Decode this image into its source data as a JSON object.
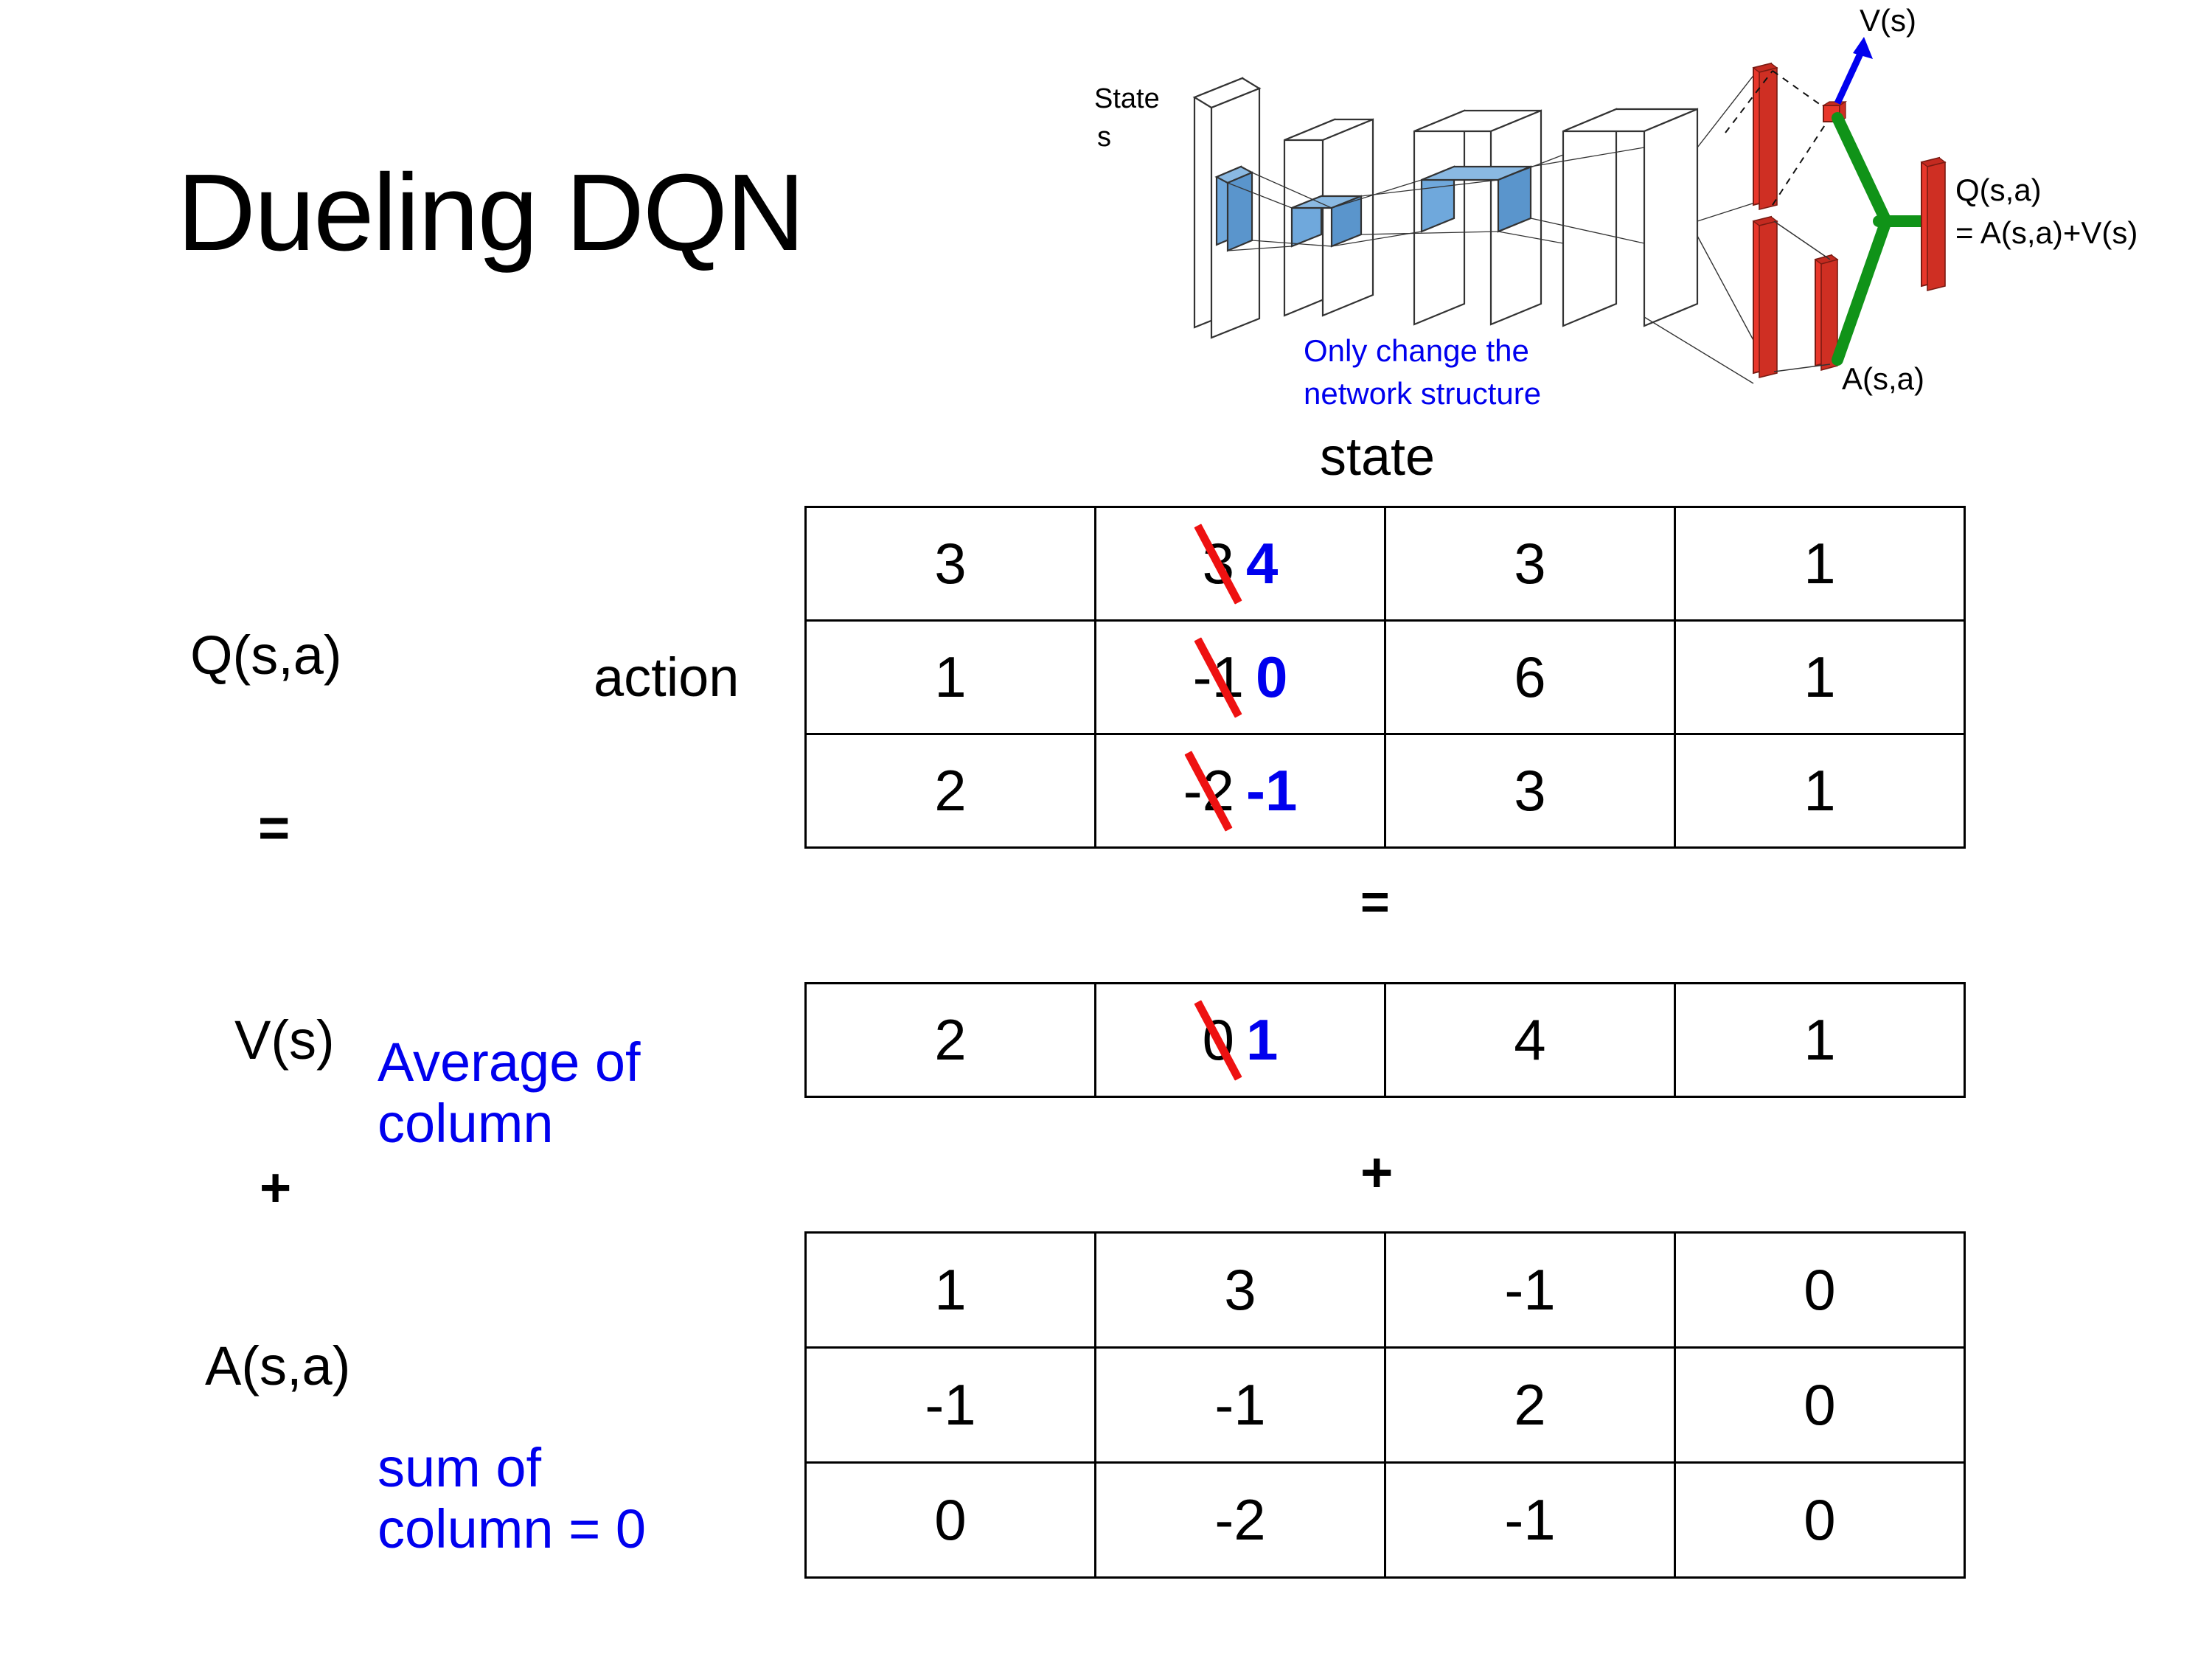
{
  "title": "Dueling DQN",
  "diagram": {
    "state_label": "State",
    "state_sub": "s",
    "note_line1": "Only change the",
    "note_line2": "network structure",
    "v_label": "V(s)",
    "a_label": "A(s,a)",
    "q_label_line1": "Q(s,a)",
    "q_label_line2": "= A(s,a)+V(s)",
    "colors": {
      "input_blue": "#6fa8dc",
      "output_red": "#e8372b",
      "merge_green": "#109318",
      "arrow_blue": "#0000ee"
    }
  },
  "labels": {
    "q_label": "Q(s,a)",
    "action_label": "action",
    "state_label": "state",
    "equals_left": "=",
    "equals_mid": "=",
    "plus_left": "+",
    "plus_mid": "+",
    "v_label": "V(s)",
    "avg_note": "Average of column",
    "a_label": "A(s,a)",
    "sum_note": "sum of column = 0"
  },
  "colors": {
    "edit_blue": "#0000ee",
    "strike_red": "#ee1111",
    "text_black": "#000000"
  },
  "chart_data": {
    "type": "table",
    "title": "Dueling DQN decomposition Q(s,a) = V(s) + A(s,a)",
    "xlabel": "state",
    "ylabel": "action",
    "tables": [
      {
        "name": "Q(s,a)",
        "rows": [
          [
            {
              "value": "3"
            },
            {
              "value": "3",
              "struck": true,
              "new_value": "4"
            },
            {
              "value": "3"
            },
            {
              "value": "1"
            }
          ],
          [
            {
              "value": "1"
            },
            {
              "value": "-1",
              "struck": true,
              "new_value": "0"
            },
            {
              "value": "6"
            },
            {
              "value": "1"
            }
          ],
          [
            {
              "value": "2"
            },
            {
              "value": "-2",
              "struck": true,
              "new_value": "-1"
            },
            {
              "value": "3"
            },
            {
              "value": "1"
            }
          ]
        ]
      },
      {
        "name": "V(s)",
        "rows": [
          [
            {
              "value": "2"
            },
            {
              "value": "0",
              "struck": true,
              "new_value": "1"
            },
            {
              "value": "4"
            },
            {
              "value": "1"
            }
          ]
        ]
      },
      {
        "name": "A(s,a)",
        "rows": [
          [
            {
              "value": "1"
            },
            {
              "value": "3"
            },
            {
              "value": "-1"
            },
            {
              "value": "0"
            }
          ],
          [
            {
              "value": "-1"
            },
            {
              "value": "-1"
            },
            {
              "value": "2"
            },
            {
              "value": "0"
            }
          ],
          [
            {
              "value": "0"
            },
            {
              "value": "-2"
            },
            {
              "value": "-1"
            },
            {
              "value": "0"
            }
          ]
        ]
      }
    ]
  }
}
